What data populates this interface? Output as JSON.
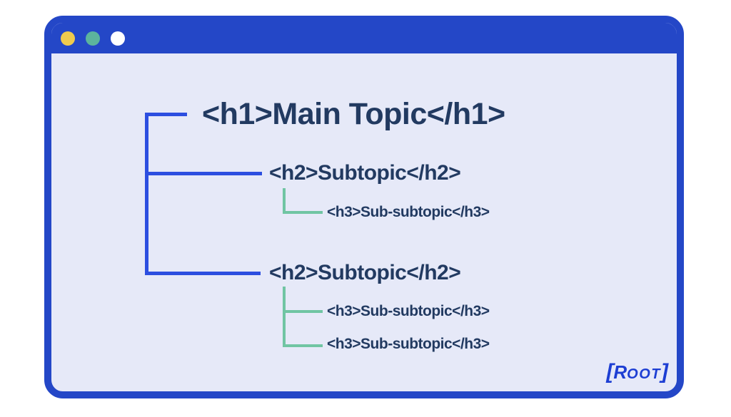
{
  "window": {
    "traffic_lights": [
      {
        "name": "yellow",
        "color": "#f0ca4d"
      },
      {
        "name": "teal",
        "color": "#5cb49d"
      },
      {
        "name": "white",
        "color": "#ffffff"
      }
    ]
  },
  "tree": {
    "h1_label": "<h1>Main Topic</h1>",
    "groups": [
      {
        "h2_label": "<h2>Subtopic</h2>",
        "h3_labels": [
          "<h3>Sub-subtopic</h3>"
        ]
      },
      {
        "h2_label": "<h2>Subtopic</h2>",
        "h3_labels": [
          "<h3>Sub-subtopic</h3>",
          "<h3>Sub-subtopic</h3>"
        ]
      }
    ]
  },
  "logo": {
    "full_text": "[ROOT]",
    "open": "[",
    "first_letter": "R",
    "rest": "OOT",
    "close": "]"
  },
  "colors": {
    "page_background": "#ffffff",
    "window_frame": "#2447c7",
    "content_background": "#e6e9f8",
    "heading_text": "#223a61",
    "connector_blue": "#2c4ee0",
    "connector_teal": "#70c5a3",
    "logo_blue": "#1d3ed3",
    "dot_yellow": "#f0ca4d",
    "dot_teal": "#5cb49d",
    "dot_white": "#ffffff"
  }
}
